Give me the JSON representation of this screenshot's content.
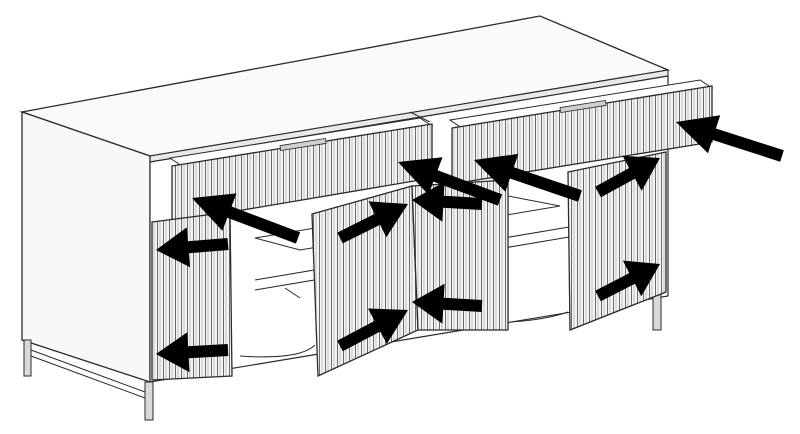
{
  "diagram": {
    "subject": "sideboard-assembly-illustration",
    "colors": {
      "line": "#2a2a2a",
      "panel_fill": "#f7f7f7",
      "front_fill": "#efefef",
      "interior_fill": "#ffffff",
      "arrow_fill": "#000000",
      "leg_fill": "#d9d9d9"
    },
    "components": {
      "drawers": 2,
      "doors": 4,
      "legs": 4,
      "arrows": 12
    },
    "arrow_icons": [
      "arrow-drawer-left-icon",
      "arrow-drawer-right-icon",
      "arrow-drawer-right-2-icon",
      "arrow-drawer-top-right-icon",
      "arrow-door1-top-icon",
      "arrow-door1-bottom-icon",
      "arrow-door2-top-icon",
      "arrow-door2-bottom-icon",
      "arrow-door3-top-icon",
      "arrow-door3-bottom-icon",
      "arrow-door4-top-icon",
      "arrow-door4-bottom-icon"
    ]
  }
}
